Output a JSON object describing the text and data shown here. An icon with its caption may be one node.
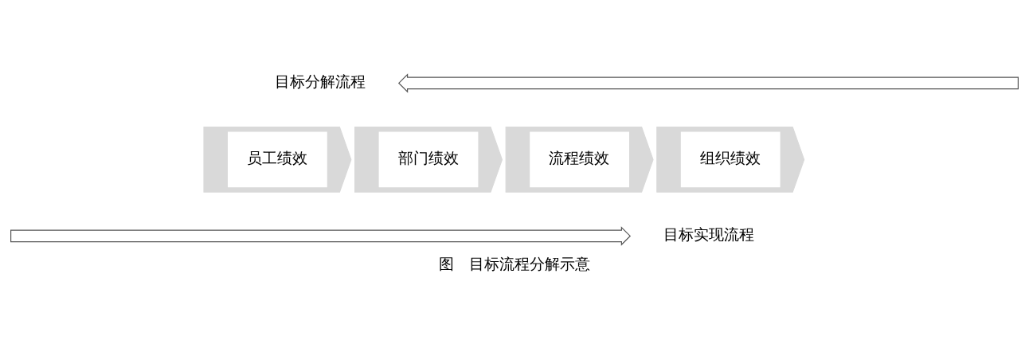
{
  "diagram": {
    "caption": "图　目标流程分解示意",
    "nodes": [
      {
        "text": [],
        "shape": "arrow"
      },
      {
        "text": [
          "员工绩效"
        ]
      },
      {
        "text": [
          "部门绩效"
        ]
      },
      {
        "text": [
          "流程绩效"
        ]
      },
      {
        "text": [
          "组织绩效"
        ]
      },
      {
        "text": [],
        "shape": "arrow"
      }
    ],
    "labels": [
      "目标分解流程",
      "目标实现流程"
    ]
  }
}
